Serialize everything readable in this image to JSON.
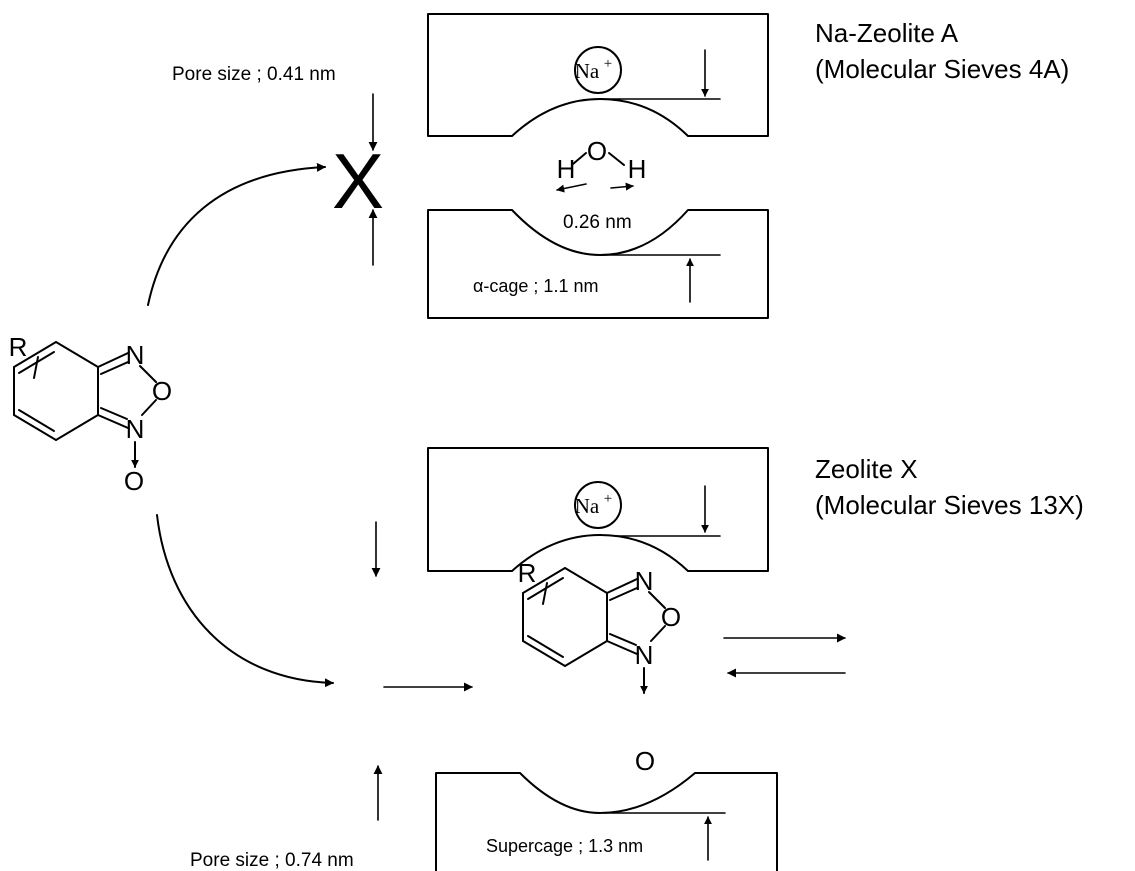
{
  "labels": {
    "na_zeolite_title": "Na-Zeolite A",
    "na_zeolite_subtitle": "(Molecular Sieves 4A)",
    "zeolite_x_title": "Zeolite X",
    "zeolite_x_subtitle": "(Molecular Sieves 13X)",
    "pore_top": "Pore size ; 0.41 nm",
    "pore_bottom": "Pore size ; 0.74 nm",
    "alpha_cage": "α-cage ; 1.1 nm",
    "supercage": "Supercage ; 1.3 nm",
    "water_width": "0.26 nm",
    "blocked_mark": "X"
  },
  "ions": {
    "sodium": "Na",
    "charge": "+"
  },
  "water": {
    "h_left": "H",
    "o": "O",
    "h_right": "H"
  },
  "benzofuroxan": {
    "substituent": "R",
    "n_top": "N",
    "o_ring": "O",
    "n_bottom": "N",
    "o_exo": "O"
  }
}
